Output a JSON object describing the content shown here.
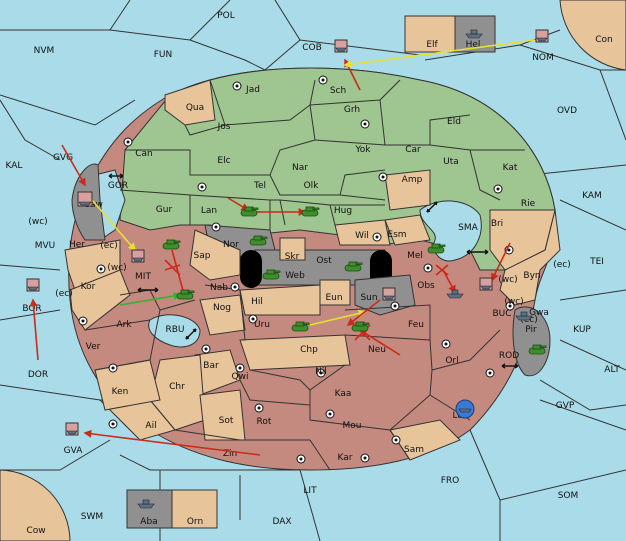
{
  "map": {
    "outer_seas": [
      "POL",
      "NVM",
      "FUN",
      "COB",
      "NOM",
      "Con",
      "OVD",
      "KAL",
      "KAM",
      "MVU",
      "TEI",
      "BOR",
      "ALT",
      "DOR",
      "KUP",
      "GVP",
      "GVA",
      "FRO",
      "SOM",
      "SWM",
      "LIT",
      "DAX",
      "Cow"
    ],
    "inner_regions": [
      "Jad",
      "Sch",
      "Qua",
      "Jos",
      "Grh",
      "Eld",
      "Can",
      "Yok",
      "Car",
      "Elc",
      "Nar",
      "Uta",
      "Kat",
      "GVG",
      "Tel",
      "Olk",
      "Amp",
      "GOR",
      "Gaw",
      "Lan",
      "Hug",
      "Gur",
      "Rie",
      "Esm",
      "Wil",
      "Bri",
      "Nor",
      "Skr",
      "SMA",
      "Ost",
      "Web",
      "Mel",
      "Byn",
      "Sap",
      "Her",
      "MIT",
      "Kor",
      "Nab",
      "Hil",
      "Eun",
      "Sun",
      "Obs",
      "Gwa",
      "Nog",
      "Ark",
      "RBU",
      "Uru",
      "Feu",
      "BUC",
      "Pir",
      "Bar",
      "Chp",
      "Neu",
      "Orl",
      "ROD",
      "Ver",
      "Qwi",
      "Nil",
      "Ken",
      "Chr",
      "Kaa",
      "Sot",
      "Rot",
      "Mou",
      "Los",
      "Ail",
      "Sam",
      "Zin",
      "Kar"
    ],
    "coast_tags": [
      "(wc)",
      "(ec)",
      "(wc)",
      "(ec)",
      "(wc)",
      "(ec)",
      "(wc)",
      "(ec)"
    ],
    "neutral_box": [
      "Elf",
      "Hel"
    ],
    "home_box": [
      "Aba",
      "Orn"
    ]
  },
  "colors": {
    "sea": "#a9dce8",
    "green_power": "#9fc590",
    "tan_neutral": "#e8c49a",
    "brown_power": "#c48a80",
    "grey_power": "#909090",
    "move_red": "#cc2a1a",
    "move_yellow": "#e8e030",
    "move_green": "#3ab030"
  },
  "icons": {
    "army": "tank-icon",
    "fleet": "ship-icon",
    "supply_center": "supply-center-icon",
    "convoy_link": "double-arrow-icon"
  }
}
